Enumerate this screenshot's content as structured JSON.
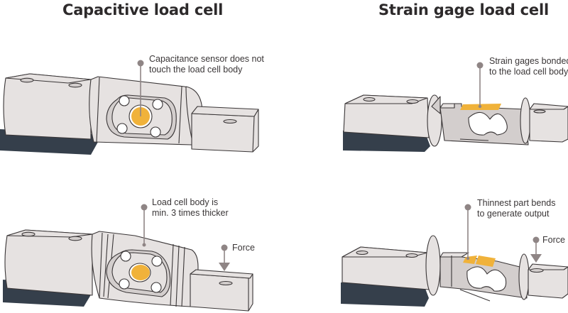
{
  "titles": {
    "left": "Capacitive load cell",
    "right": "Strain gage load cell"
  },
  "callouts": {
    "cap_top_line1": "Capacitance sensor does not",
    "cap_top_line2": "touch the load cell body",
    "cap_bottom_line1": "Load cell body is",
    "cap_bottom_line2": "min. 3 times thicker",
    "cap_force": "Force",
    "sg_top_line1": "Strain gages bonded",
    "sg_top_line2": "to the load cell body",
    "sg_bottom_line1": "Thinnest part bends",
    "sg_bottom_line2": "to generate output",
    "sg_force": "Force"
  },
  "colors": {
    "body": "#e6e2e1",
    "body_shade": "#d3cecd",
    "base": "#353f4b",
    "sensor": "#f0b23a",
    "leader": "#8f8585",
    "outline": "#3a3637"
  }
}
